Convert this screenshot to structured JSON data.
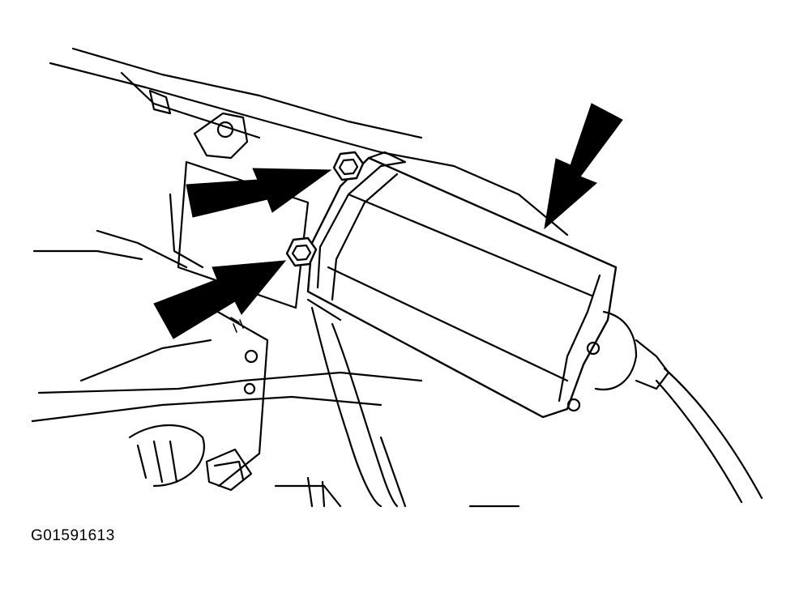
{
  "figure": {
    "id_label": "G01591613",
    "subject": "wiper-motor-mounting-bolts",
    "callouts": [
      {
        "name": "upper-bolt-arrow",
        "points_to": "upper-mounting-bolt"
      },
      {
        "name": "lower-bolt-arrow",
        "points_to": "lower-mounting-bolt"
      },
      {
        "name": "motor-arrow",
        "points_to": "wiper-motor"
      }
    ],
    "colors": {
      "ink": "#000000",
      "paper": "#ffffff"
    }
  }
}
